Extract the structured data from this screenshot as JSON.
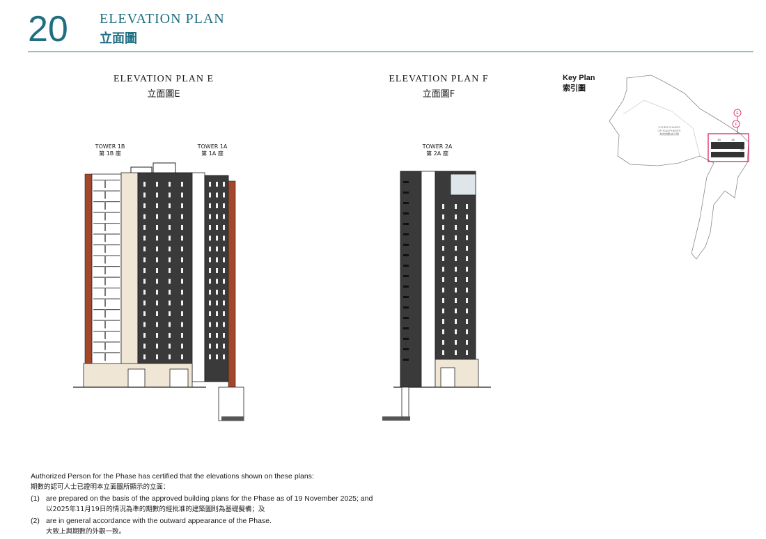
{
  "header": {
    "page_number": "20",
    "title_en": "ELEVATION PLAN",
    "title_zh": "立面圖"
  },
  "plan_e": {
    "title_en": "ELEVATION PLAN E",
    "title_zh": "立面圖E",
    "towers": [
      {
        "en": "TOWER 1B",
        "zh": "第 1B 座"
      },
      {
        "en": "TOWER 1A",
        "zh": "第 1A 座"
      }
    ]
  },
  "plan_f": {
    "title_en": "ELEVATION PLAN F",
    "title_zh": "立面圖F",
    "towers": [
      {
        "en": "TOWER 2A",
        "zh": "第 2A 座"
      }
    ]
  },
  "key_plan": {
    "title_en": "Key Plan",
    "title_zh": "索引圖",
    "labels": [
      "OTHER PHASES",
      "OR SUB-PHASES",
      "其他期數或分期"
    ],
    "tower_labels": [
      "1B",
      "1A",
      "2A"
    ],
    "arrow_labels": [
      "E",
      "F"
    ]
  },
  "notes": {
    "intro_en": "Authorized Person for the Phase has certified that the elevations shown on these plans:",
    "intro_zh": "期數的認可人士已證明本立面圖所顯示的立面：",
    "items": [
      {
        "num": "(1)",
        "en": "are prepared on the basis of the approved building plans for the Phase as of 19 November 2025; and",
        "zh": "以2025年11月19日的情況為準的期數的經批准的建築圖則為基礎擬備；及"
      },
      {
        "num": "(2)",
        "en": "are in general accordance with the outward appearance of the Phase.",
        "zh": "大致上與期數的外觀一致。"
      }
    ]
  },
  "colors": {
    "accent": "#1f6f82",
    "facade_dark": "#3a3a3a",
    "facade_cream": "#efe6d6",
    "brick": "#a3472a",
    "key_highlight": "#d4145a"
  }
}
